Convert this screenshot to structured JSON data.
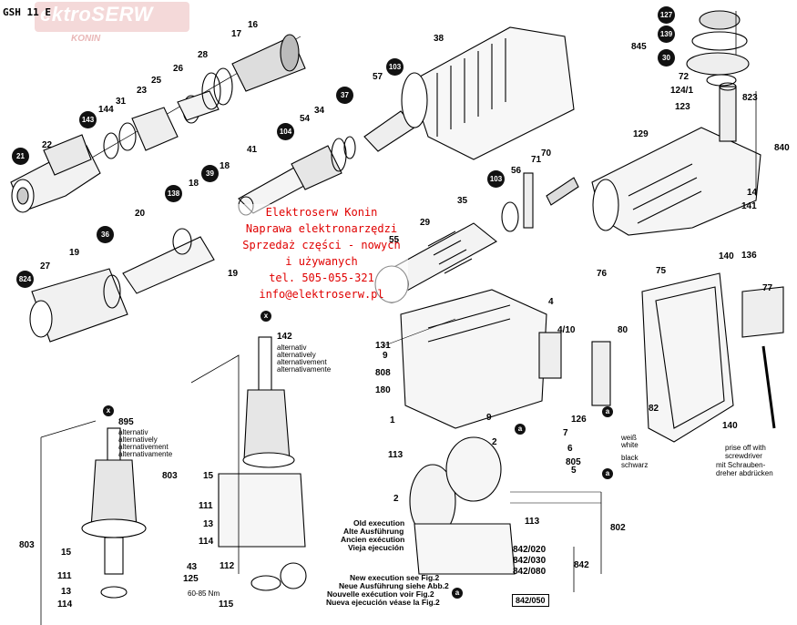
{
  "header": {
    "model": "GSH 11 E"
  },
  "watermark": {
    "brand": "ektroSERW",
    "city": "KONIN"
  },
  "ad": {
    "line1": "Elektroserw Konin",
    "line2": "Naprawa elektronarzędzi",
    "line3": "Sprzedaż części - nowych",
    "line4": "i używanych",
    "line5": "tel. 505-055-321",
    "line6": "info@elektroserw.pl"
  },
  "badges": [
    "21",
    "143",
    "138",
    "36",
    "824",
    "39",
    "104",
    "37",
    "103",
    "103",
    "127",
    "139",
    "30"
  ],
  "labels": {
    "l22": "22",
    "l144": "144",
    "l31": "31",
    "l23": "23",
    "l25": "25",
    "l26": "26",
    "l28": "28",
    "l17": "17",
    "l16": "16",
    "l41": "41",
    "l18a": "18",
    "l18b": "18",
    "l20": "20",
    "l19a": "19",
    "l19b": "19",
    "l27": "27",
    "l54": "54",
    "l34": "34",
    "l57": "57",
    "l38": "38",
    "l56": "56",
    "l71": "71",
    "l70": "70",
    "l35": "35",
    "l29": "29",
    "l55": "55",
    "l845": "845",
    "l72": "72",
    "l124": "124/1",
    "l123": "123",
    "l823": "823",
    "l129": "129",
    "l840": "840",
    "l14": "14",
    "l141": "141",
    "l140a": "140",
    "l136": "136",
    "l75": "75",
    "l77": "77",
    "l140b": "140",
    "l76": "76",
    "l4": "4",
    "l410": "4/10",
    "l80": "80",
    "l131": "131",
    "l9a": "9",
    "l808": "808",
    "l180": "180",
    "l1": "1",
    "l9b": "9",
    "l82": "82",
    "l126": "126",
    "l7": "7",
    "l6": "6",
    "l805": "805",
    "l5": "5",
    "l113a": "113",
    "l2a": "2",
    "l2b": "2",
    "l113b": "113",
    "l802": "802",
    "l842": "842",
    "l842_020": "842/020",
    "l842_030": "842/030",
    "l842_080": "842/080",
    "l842_050": "842/050",
    "l142": "142",
    "l803a": "803",
    "l15a": "15",
    "l111a": "111",
    "l13a": "13",
    "l114a": "114",
    "l43": "43",
    "l125": "125",
    "l112": "112",
    "l115": "115",
    "l6085": "60-85 Nm",
    "l895": "895",
    "l803b": "803",
    "l15b": "15",
    "l111b": "111",
    "l13b": "13",
    "l114b": "114"
  },
  "alternatives": [
    "alternativ",
    "alternatively",
    "alternativement",
    "alternativamente"
  ],
  "colors": {
    "weiss": "weiß",
    "white": "white",
    "black": "black",
    "schwarz": "schwarz"
  },
  "prise_note": [
    "prise off with",
    "screwdriver",
    "mit Schrauben-",
    "dreher abdrücken"
  ],
  "old_exec": [
    "Old execution",
    "Alte Ausführung",
    "Ancien exécution",
    "Vieja ejecución"
  ],
  "new_exec": [
    "New execution see Fig.2",
    "Neue Ausführung siehe Abb.2",
    "Nouvelle exécution voir Fig.2",
    "Nueva ejecución véase la Fig.2"
  ],
  "markers": {
    "x": "x",
    "a": "a"
  }
}
